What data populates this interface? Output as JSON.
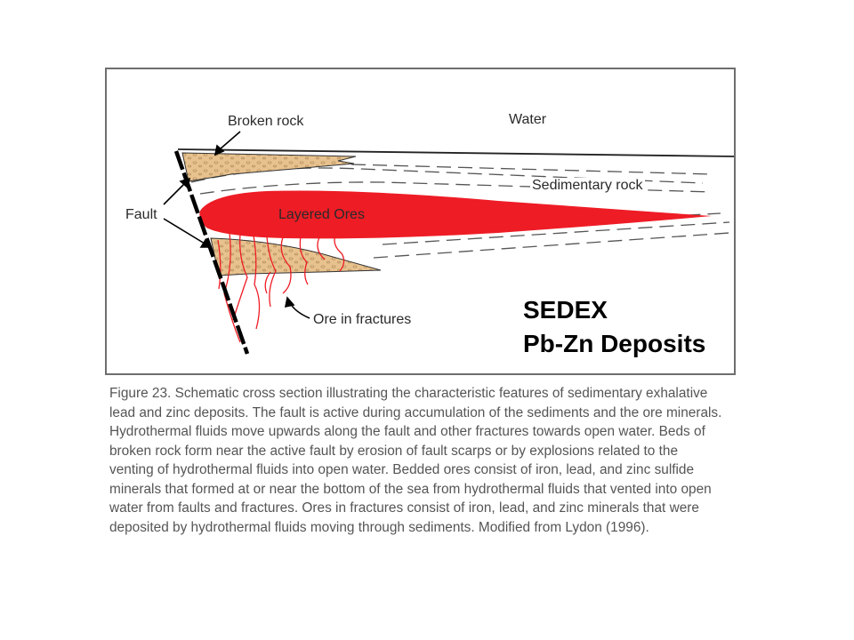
{
  "diagram": {
    "labels": {
      "broken_rock": "Broken rock",
      "water": "Water",
      "sedimentary_rock": "Sedimentary rock",
      "fault": "Fault",
      "layered_ores": "Layered Ores",
      "ore_in_fractures": "Ore in fractures"
    },
    "colors": {
      "ore": "#ee1c25",
      "broken_rock": "#e8c28e",
      "lines": "#000000",
      "layer_dashes": "#555555"
    }
  },
  "title": {
    "line1": "SEDEX",
    "line2": "Pb-Zn Deposits"
  },
  "caption": "Figure 23. Schematic cross section illustrating the characteristic features of sedimentary exhalative lead and zinc deposits. The fault is active during accumulation of the sediments and the ore minerals. Hydrothermal fluids move upwards along the fault and other fractures towards open water. Beds of broken rock form near the active fault by erosion of fault scarps or by explosions related to the venting of hydrothermal fluids into open water. Bedded ores consist of iron, lead, and zinc sulfide minerals that formed at or near the bottom of the sea from hydrothermal fluids that vented into open water from faults and fractures. Ores in fractures consist of iron, lead, and zinc minerals that were deposited by hydrothermal fluids moving through sediments. Modified from Lydon (1996)."
}
